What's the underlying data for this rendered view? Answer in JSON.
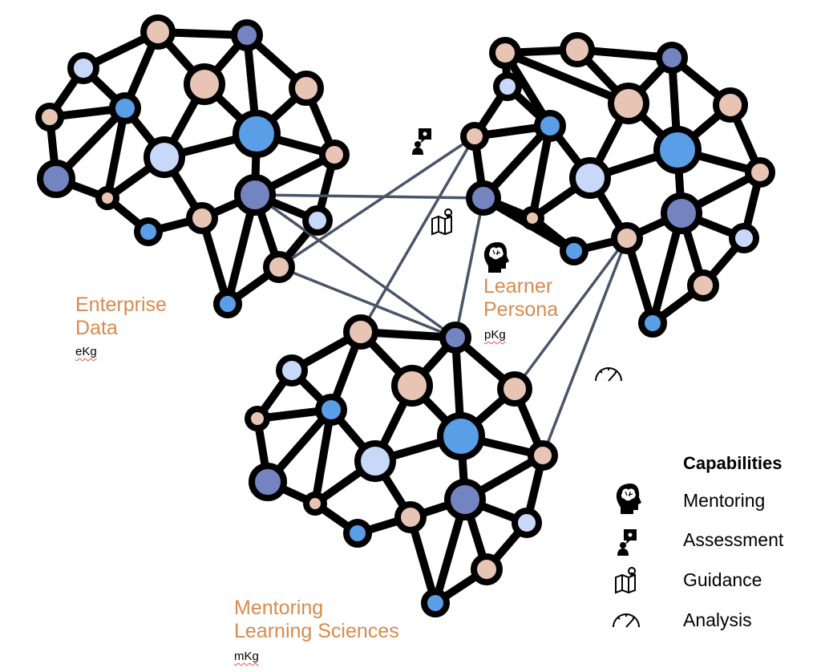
{
  "graphs": {
    "enterprise": {
      "name_line1": "Enterprise",
      "name_line2": "Data",
      "code": "eKg"
    },
    "persona": {
      "name_line1": "Learner",
      "name_line2": "Persona",
      "code": "pKg"
    },
    "mentoring": {
      "name_line1": "Mentoring",
      "name_line2": "Learning Sciences",
      "code": "mKg"
    }
  },
  "legend": {
    "title": "Capabilities",
    "items": [
      {
        "label": "Mentoring",
        "icon": "brain-head-icon"
      },
      {
        "label": "Assessment",
        "icon": "person-chat-icon"
      },
      {
        "label": "Guidance",
        "icon": "map-pin-icon"
      },
      {
        "label": "Analysis",
        "icon": "gauge-icon"
      }
    ]
  },
  "colors": {
    "edge": "#000000",
    "cross_link": "#4a5568",
    "peach": "#e8c4b4",
    "blue": "#5a9ee8",
    "light_blue": "#c8d8f8",
    "slate": "#7484c0",
    "label_orange": "#d98a4e"
  }
}
